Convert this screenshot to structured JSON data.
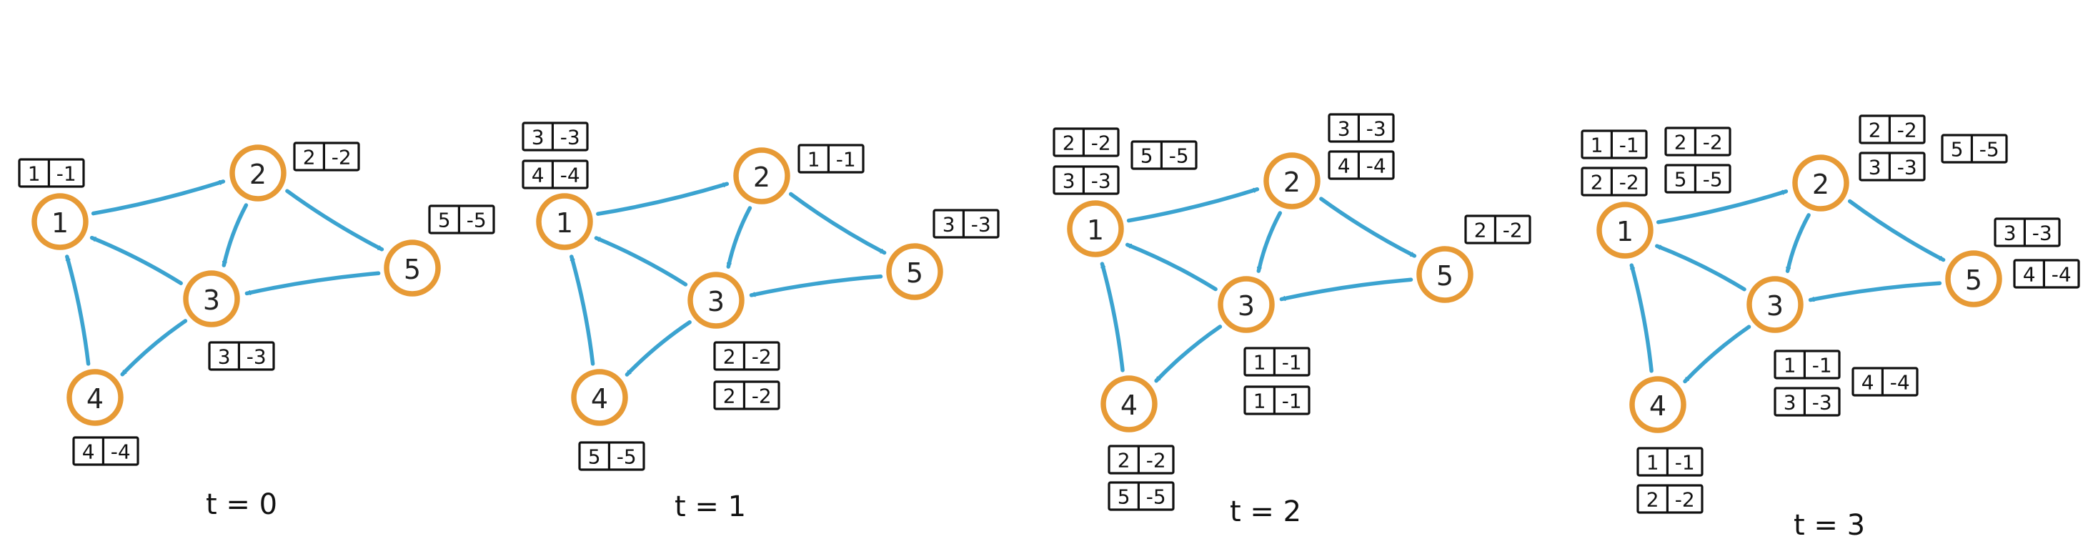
{
  "colors": {
    "node_stroke": "#e79a35",
    "edge": "#3ba3d0",
    "ink": "#111111"
  },
  "edges": [
    [
      1,
      2
    ],
    [
      2,
      3
    ],
    [
      2,
      5
    ],
    [
      3,
      1
    ],
    [
      3,
      4
    ],
    [
      4,
      1
    ],
    [
      5,
      3
    ]
  ],
  "panels": [
    {
      "label": "t = 0",
      "nodes": [
        "1",
        "2",
        "3",
        "4",
        "5"
      ],
      "tags": [
        {
          "a": "1",
          "b": "-1"
        },
        {
          "a": "2",
          "b": "-2"
        },
        {
          "a": "5",
          "b": "-5"
        },
        {
          "a": "3",
          "b": "-3"
        },
        {
          "a": "4",
          "b": "-4"
        }
      ]
    },
    {
      "label": "t = 1",
      "nodes": [
        "1",
        "2",
        "3",
        "4",
        "5"
      ],
      "tags": [
        {
          "a": "3",
          "b": "-3"
        },
        {
          "a": "4",
          "b": "-4"
        },
        {
          "a": "1",
          "b": "-1"
        },
        {
          "a": "2",
          "b": "-2"
        },
        {
          "a": "2",
          "b": "-2"
        },
        {
          "a": "5",
          "b": "-5"
        },
        {
          "a": "3",
          "b": "-3"
        }
      ]
    },
    {
      "label": "t = 2",
      "nodes": [
        "1",
        "2",
        "3",
        "4",
        "5"
      ],
      "tags": [
        {
          "a": "2",
          "b": "-2"
        },
        {
          "a": "3",
          "b": "-3"
        },
        {
          "a": "5",
          "b": "-5"
        },
        {
          "a": "3",
          "b": "-3"
        },
        {
          "a": "4",
          "b": "-4"
        },
        {
          "a": "1",
          "b": "-1"
        },
        {
          "a": "1",
          "b": "-1"
        },
        {
          "a": "2",
          "b": "-2"
        },
        {
          "a": "2",
          "b": "-2"
        },
        {
          "a": "5",
          "b": "-5"
        }
      ]
    },
    {
      "label": "t = 3",
      "nodes": [
        "1",
        "2",
        "3",
        "4",
        "5"
      ],
      "tags": [
        {
          "a": "1",
          "b": "-1"
        },
        {
          "a": "2",
          "b": "-2"
        },
        {
          "a": "2",
          "b": "-2"
        },
        {
          "a": "5",
          "b": "-5"
        },
        {
          "a": "2",
          "b": "-2"
        },
        {
          "a": "3",
          "b": "-3"
        },
        {
          "a": "5",
          "b": "-5"
        },
        {
          "a": "3",
          "b": "-3"
        },
        {
          "a": "4",
          "b": "-4"
        },
        {
          "a": "1",
          "b": "-1"
        },
        {
          "a": "3",
          "b": "-3"
        },
        {
          "a": "4",
          "b": "-4"
        },
        {
          "a": "1",
          "b": "-1"
        },
        {
          "a": "2",
          "b": "-2"
        }
      ]
    }
  ]
}
